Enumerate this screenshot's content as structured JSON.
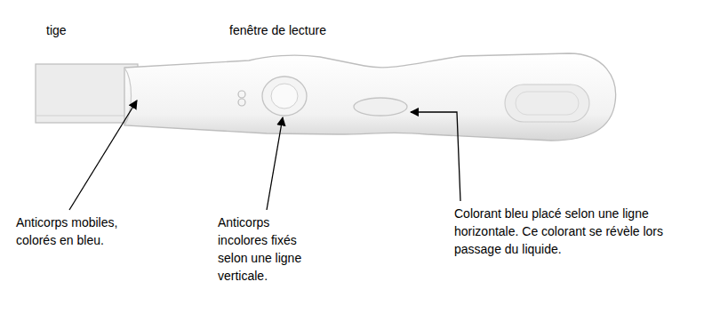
{
  "diagram": {
    "labels": [
      "tige",
      "fenêtre de lecture",
      "Anticorps mobiles, colorés en bleu.",
      "Anticorps incolores fixés selon une ligne verticale.",
      "Colorant bleu placé selon une ligne horizontale. Ce colorant se révèle lors passage du liquide."
    ]
  }
}
